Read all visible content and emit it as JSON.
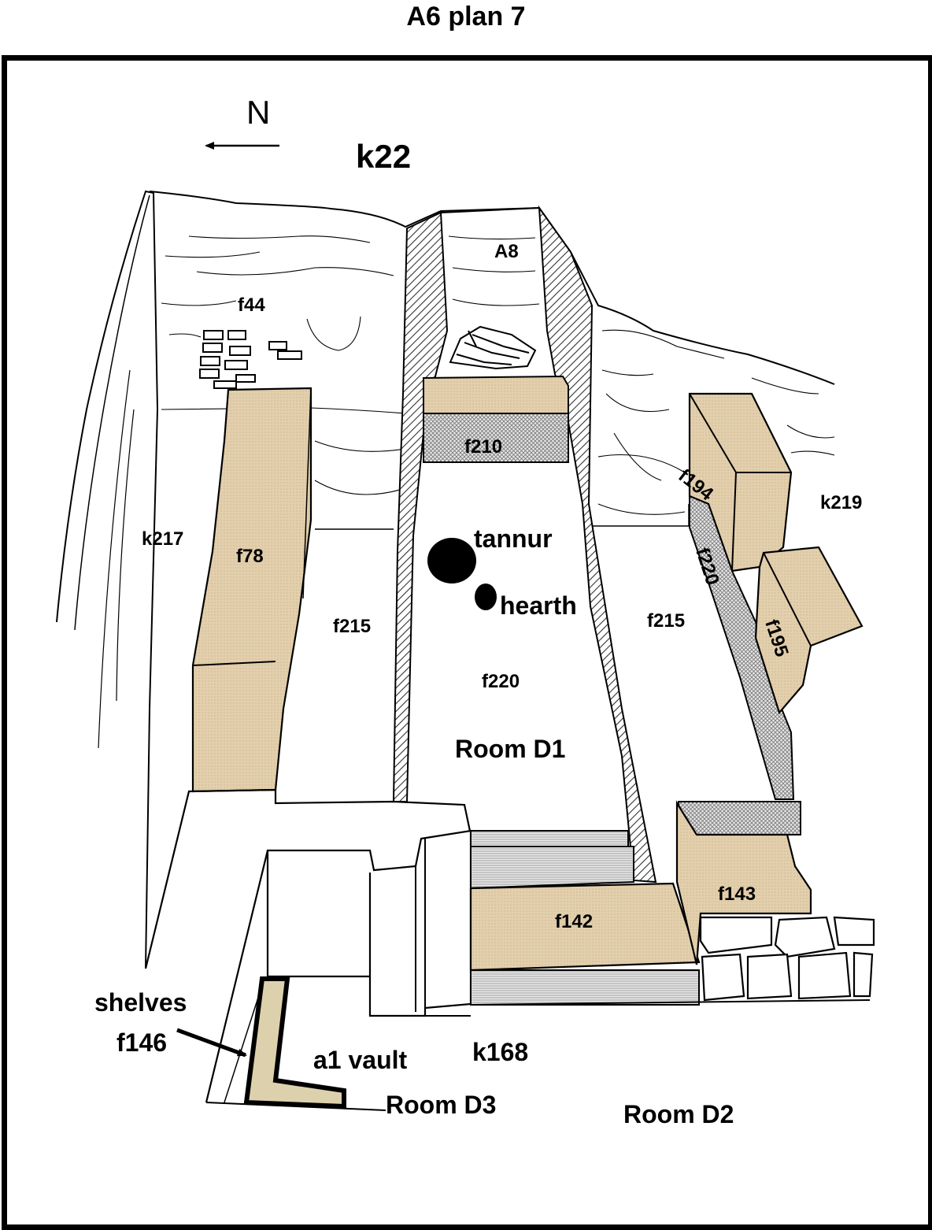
{
  "title": "A6 plan 7",
  "north_label": "N",
  "trench_label": "k22",
  "labels": {
    "a8": "A8",
    "f44": "f44",
    "f210": "f210",
    "f194": "f194",
    "k219": "k219",
    "k217": "k217",
    "f78": "f78",
    "tannur": "tannur",
    "hearth": "hearth",
    "f220_room": "f220",
    "f220_strip": "f220",
    "f215_left": "f215",
    "f215_right": "f215",
    "f195": "f195",
    "room_d1": "Room D1",
    "f142": "f142",
    "f143": "f143",
    "shelves": "shelves",
    "f146": "f146",
    "a1_vault": "a1 vault",
    "k168": "k168",
    "room_d3": "Room D3",
    "room_d2": "Room D2"
  },
  "colors": {
    "wall_tan": "#e0ccaa",
    "wall_khaki": "#ddd1ad",
    "hatch_dark": "#555555",
    "crosshatch": "#888888",
    "outline": "#000000"
  }
}
